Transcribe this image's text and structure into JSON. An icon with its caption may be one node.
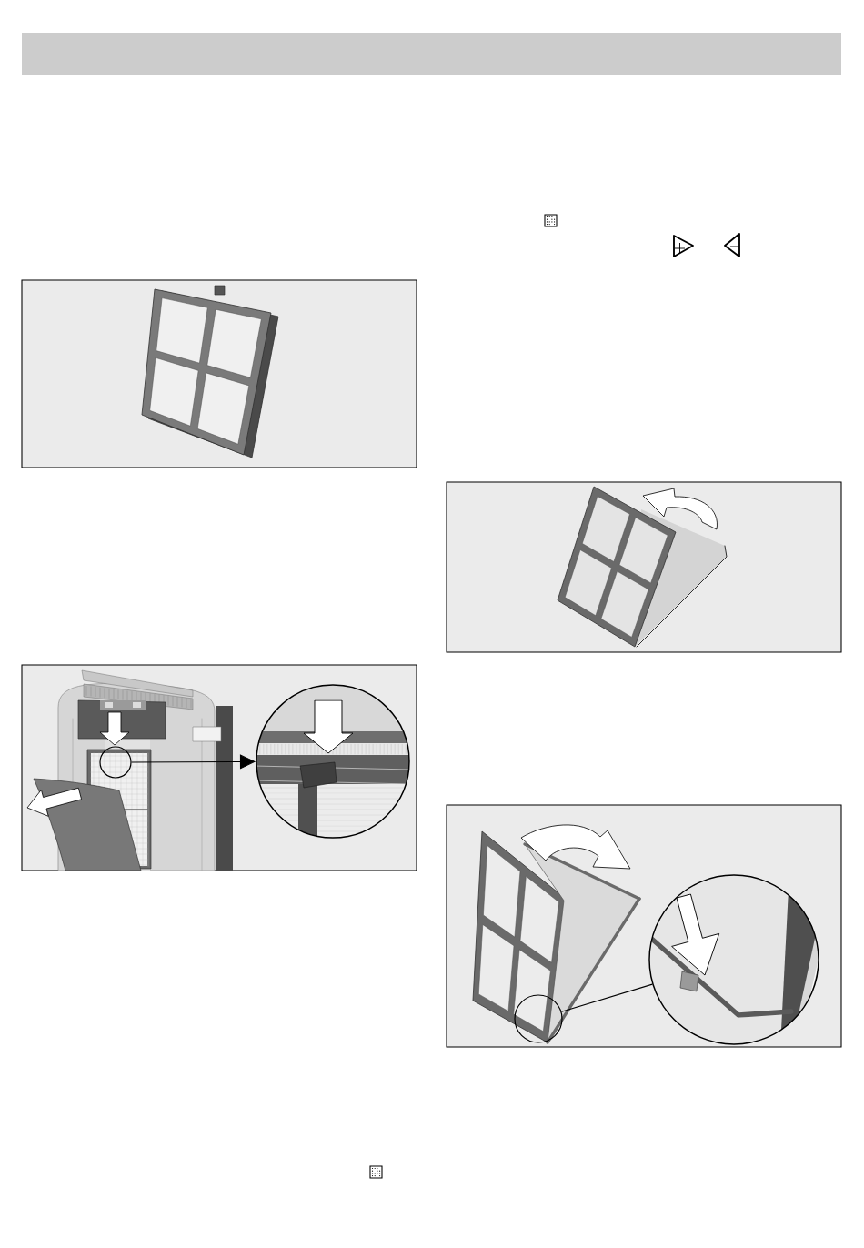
{
  "diagram": {
    "nodes": [
      {
        "text": [],
        "shape": "circle"
      },
      {
        "text": [],
        "shape": "circle"
      },
      {
        "text": [],
        "shape": "circle"
      },
      {
        "text": [],
        "shape": "circle"
      }
    ],
    "edges": [
      {
        "from": 0,
        "to": 1,
        "arrow": "to"
      },
      {
        "from": 2,
        "to": 3,
        "arrow": "none"
      }
    ]
  }
}
